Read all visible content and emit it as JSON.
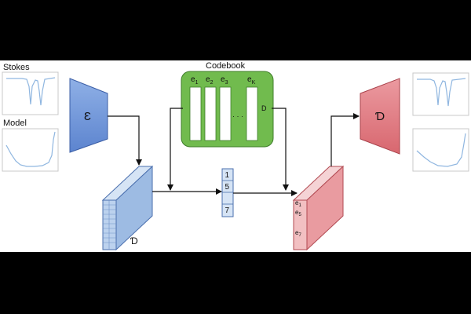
{
  "labels": {
    "stokes": "Stokes",
    "model": "Model",
    "codebook": "Codebook",
    "encoder": "Ɛ",
    "decoder": "Ɗ",
    "latent": "Ɗ",
    "codebook_dim": "D"
  },
  "codebook_entries": [
    {
      "base": "e",
      "sub": "1"
    },
    {
      "base": "e",
      "sub": "2"
    },
    {
      "base": "e",
      "sub": "3"
    },
    {
      "base": "e",
      "sub": "K"
    }
  ],
  "codebook_ellipsis": "· · ·",
  "index_vector": [
    "1",
    "5",
    "",
    "7"
  ],
  "quantized_entries": [
    {
      "base": "e",
      "sub": "1"
    },
    {
      "base": "e",
      "sub": "5"
    },
    {
      "base": "e",
      "sub": "7"
    }
  ],
  "colors": {
    "encoder": "#6f97dc",
    "decoder": "#e27e84",
    "codebook": "#71bb4e",
    "latent": "#c5d8ef",
    "quantized": "#f2c0c2",
    "plot_line": "#8fb6e0"
  }
}
